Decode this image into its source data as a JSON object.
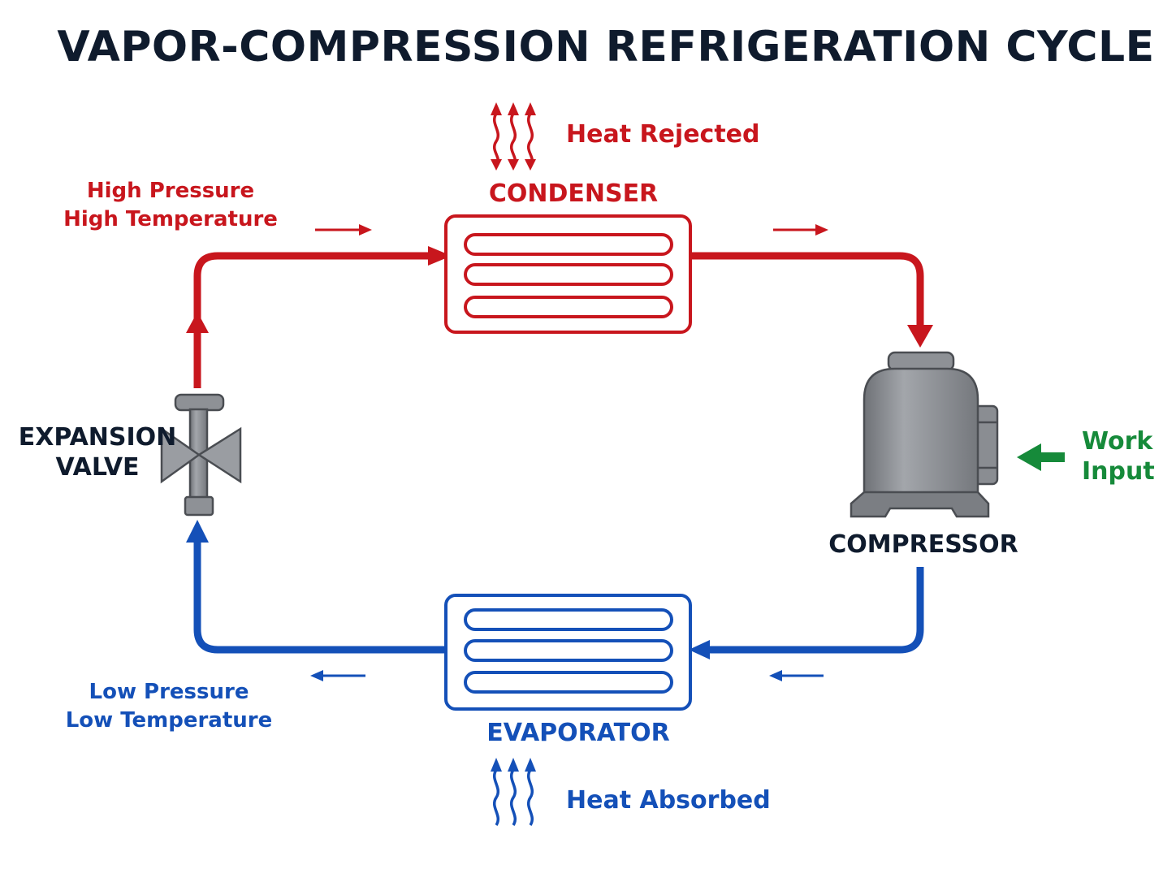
{
  "title": "VAPOR-COMPRESSION REFRIGERATION CYCLE",
  "colors": {
    "high_side": "#c8161d",
    "low_side": "#1450b8",
    "work": "#168a3a",
    "text_dark": "#0f1b2d",
    "metal": "#8e9196",
    "metal_dark": "#4a4d52"
  },
  "condenser": {
    "label": "CONDENSER",
    "heat_label": "Heat Rejected"
  },
  "evaporator": {
    "label": "EVAPORATOR",
    "heat_label": "Heat Absorbed"
  },
  "compressor": {
    "label": "COMPRESSOR",
    "work_label_line1": "Work",
    "work_label_line2": "Input"
  },
  "expansion_valve": {
    "label_line1": "EXPANSION",
    "label_line2": "VALVE"
  },
  "high_side": {
    "line1": "High Pressure",
    "line2": "High Temperature"
  },
  "low_side": {
    "line1": "Low Pressure",
    "line2": "Low Temperature"
  }
}
